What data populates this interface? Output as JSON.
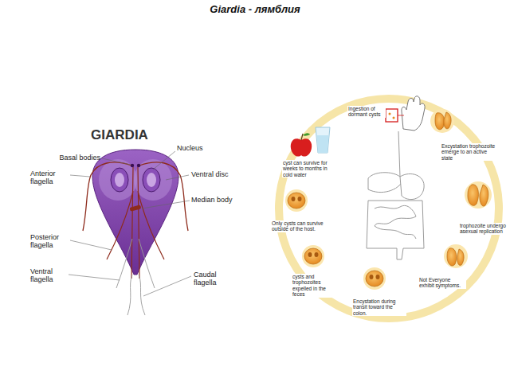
{
  "diagram": {
    "title": "Giardia - лямблия",
    "labels": [
      "GIARDIA",
      "Basal bodies",
      "Nucleus",
      "Anterior flagella",
      "Ventral disc",
      "Median body",
      "Posterior flagella",
      "Ventral flagella",
      "Caudal flagella",
      "Ingestion of dormant cysts",
      "Excystation trophozoite emerge to an active state",
      "trophozoite undergo asexual replication",
      "Not Everyone exhibit symptoms.",
      "Encystation during transit toward the colon.",
      "cysts and trophozoites expelled in the feces",
      "Only cysts can survive outside of the host.",
      "cyst can survive for weeks to months in cold water"
    ]
  }
}
